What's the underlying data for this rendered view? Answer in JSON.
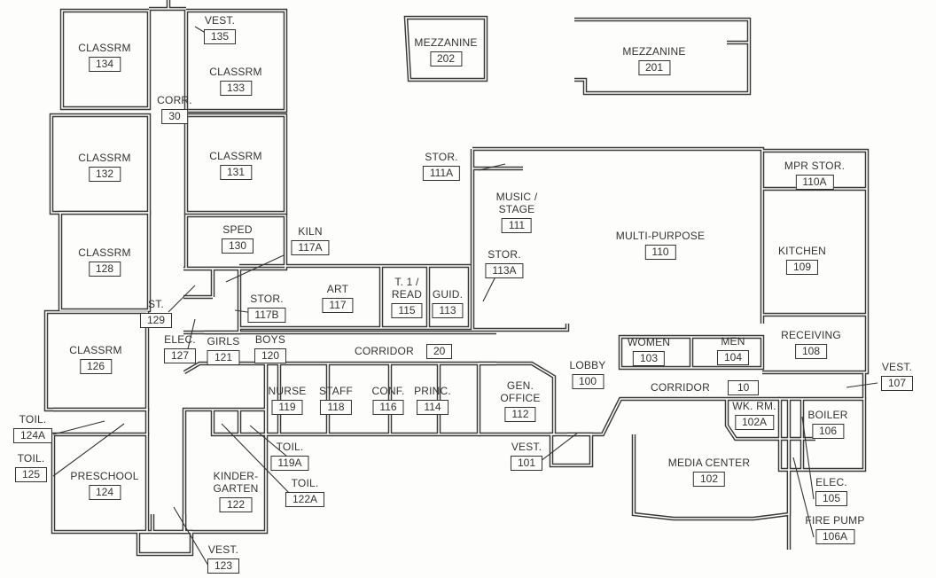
{
  "rooms": {
    "classrm134": {
      "name": "CLASSRM",
      "number": "134"
    },
    "vest135": {
      "name": "VEST.",
      "number": "135"
    },
    "mezz202": {
      "name": "MEZZANINE",
      "number": "202"
    },
    "mezz201": {
      "name": "MEZZANINE",
      "number": "201"
    },
    "classrm133": {
      "name": "CLASSRM",
      "number": "133"
    },
    "corr30": {
      "name": "CORR.",
      "number": "30"
    },
    "classrm132": {
      "name": "CLASSRM",
      "number": "132"
    },
    "classrm131": {
      "name": "CLASSRM",
      "number": "131"
    },
    "stor111a": {
      "name": "STOR.",
      "number": "111A"
    },
    "mprstor110a": {
      "name": "MPR STOR.",
      "number": "110A"
    },
    "music111": {
      "name": "MUSIC /",
      "name2": "STAGE",
      "number": "111"
    },
    "sped130": {
      "name": "SPED",
      "number": "130"
    },
    "kiln117a": {
      "name": "KILN",
      "number": "117A"
    },
    "mp110": {
      "name": "MULTI-PURPOSE",
      "number": "110"
    },
    "kitchen109": {
      "name": "KITCHEN",
      "number": "109"
    },
    "classrm128": {
      "name": "CLASSRM",
      "number": "128"
    },
    "stor113a": {
      "name": "STOR.",
      "number": "113A"
    },
    "art117": {
      "name": "ART",
      "number": "117"
    },
    "stor117b": {
      "name": "STOR.",
      "number": "117B"
    },
    "read115": {
      "name": "T. 1 /",
      "name2": "READ",
      "number": "115"
    },
    "guid113": {
      "name": "GUID.",
      "number": "113"
    },
    "st129": {
      "name": "ST.",
      "number": "129"
    },
    "elec127": {
      "name": "ELEC.",
      "number": "127"
    },
    "girls121": {
      "name": "GIRLS",
      "number": "121"
    },
    "boys120": {
      "name": "BOYS",
      "number": "120"
    },
    "corridor20": {
      "name": "CORRIDOR",
      "number": "20"
    },
    "women103": {
      "name": "WOMEN",
      "number": "103"
    },
    "men104": {
      "name": "MEN",
      "number": "104"
    },
    "receiving108": {
      "name": "RECEIVING",
      "number": "108"
    },
    "lobby100": {
      "name": "LOBBY",
      "number": "100"
    },
    "classrm126": {
      "name": "CLASSRM",
      "number": "126"
    },
    "vest107": {
      "name": "VEST.",
      "number": "107"
    },
    "corridor10": {
      "name": "CORRIDOR",
      "number": "10"
    },
    "nurse119": {
      "name": "NURSE",
      "number": "119"
    },
    "staff118": {
      "name": "STAFF",
      "number": "118"
    },
    "conf116": {
      "name": "CONF.",
      "number": "116"
    },
    "princ114": {
      "name": "PRINC.",
      "number": "114"
    },
    "genoffice112": {
      "name": "GEN.",
      "name2": "OFFICE",
      "number": "112"
    },
    "wkrm102a": {
      "name": "WK. RM.",
      "number": "102A"
    },
    "boiler106": {
      "name": "BOILER",
      "number": "106"
    },
    "toil124a": {
      "name": "TOIL.",
      "number": "124A"
    },
    "toil119a": {
      "name": "TOIL.",
      "number": "119A"
    },
    "vest101": {
      "name": "VEST.",
      "number": "101"
    },
    "media102": {
      "name": "MEDIA CENTER",
      "number": "102"
    },
    "toil125": {
      "name": "TOIL.",
      "number": "125"
    },
    "preschool124": {
      "name": "PRESCHOOL",
      "number": "124"
    },
    "kinder122": {
      "name": "KINDER-",
      "name2": "GARTEN",
      "number": "122"
    },
    "toil122a": {
      "name": "TOIL.",
      "number": "122A"
    },
    "elec105": {
      "name": "ELEC.",
      "number": "105"
    },
    "firepump106a": {
      "name": "FIRE PUMP",
      "number": "106A"
    },
    "vest123": {
      "name": "VEST.",
      "number": "123"
    }
  }
}
